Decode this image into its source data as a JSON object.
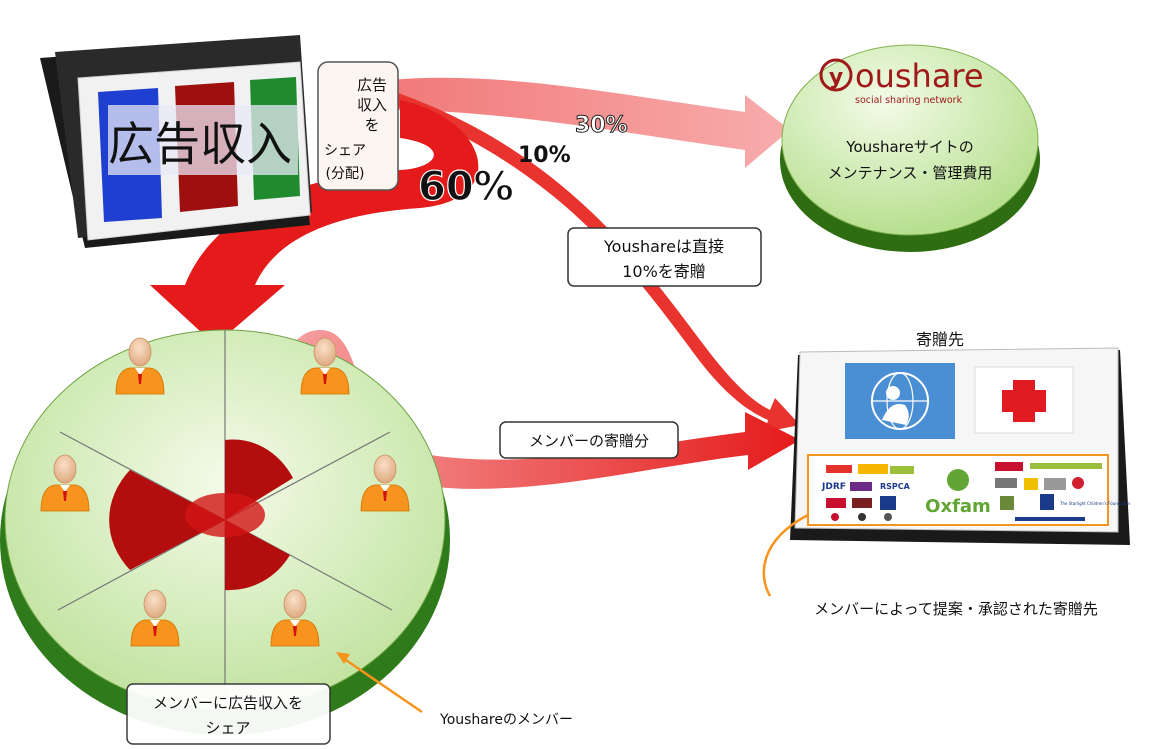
{
  "ad_box": {
    "title": "広告収入",
    "colors": [
      "#1e3fcf",
      "#9e0f0f",
      "#1f8a2e"
    ]
  },
  "share_label": {
    "lines": [
      "広告",
      "収入",
      "を",
      "シェア",
      "(分配)"
    ]
  },
  "percents": {
    "p30": "30%",
    "p10": "10%",
    "p60": "60%"
  },
  "youshare": {
    "logo_initial": "y",
    "logo_text": "oushare",
    "tagline": "social sharing network",
    "desc_line1": "Youshareサイトの",
    "desc_line2": "メンテナンス・管理費用"
  },
  "donate_note": {
    "line1": "Youshareは直接",
    "line2": "10%を寄贈"
  },
  "member_donation": "メンバーの寄贈分",
  "recipients": {
    "title": "寄贈先",
    "caption": "メンバーによって提案・承認された寄贈先",
    "charity_names": [
      "Oxfam",
      "JDRF",
      "RSPCA",
      "The Starlight Children's Foundation"
    ]
  },
  "wheel_caption": {
    "line1": "メンバーに広告収入を",
    "line2": "シェア"
  },
  "member_caption": "Youshareのメンバー",
  "colors": {
    "red": "#e51a1a",
    "pink": "#f07373",
    "wheel": "#d6f0bc",
    "orange": "#f7941d"
  }
}
